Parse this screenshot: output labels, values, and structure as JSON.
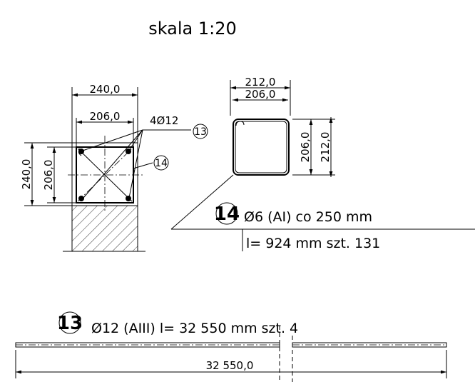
{
  "title": "skala 1:20",
  "section": {
    "dim_top_outer": "240,0",
    "dim_top_inner": "206,0",
    "dim_left_outer": "240,0",
    "dim_left_inner": "206,0",
    "bars_label": "4Ø12",
    "marker_13": "13",
    "marker_14": "14"
  },
  "stirrup": {
    "dim_top_outer": "212,0",
    "dim_top_inner": "206,0",
    "dim_right_inner": "206,0",
    "dim_right_outer": "212,0"
  },
  "spec_14": {
    "number": "14",
    "line1": "Ø6 (AI) co 250  mm",
    "line2": "l= 924 mm    szt. 131"
  },
  "spec_13": {
    "number": "13",
    "line1": "Ø12 (AIII) l= 32 550 mm    szt. 4",
    "total_length": "32 550,0"
  }
}
